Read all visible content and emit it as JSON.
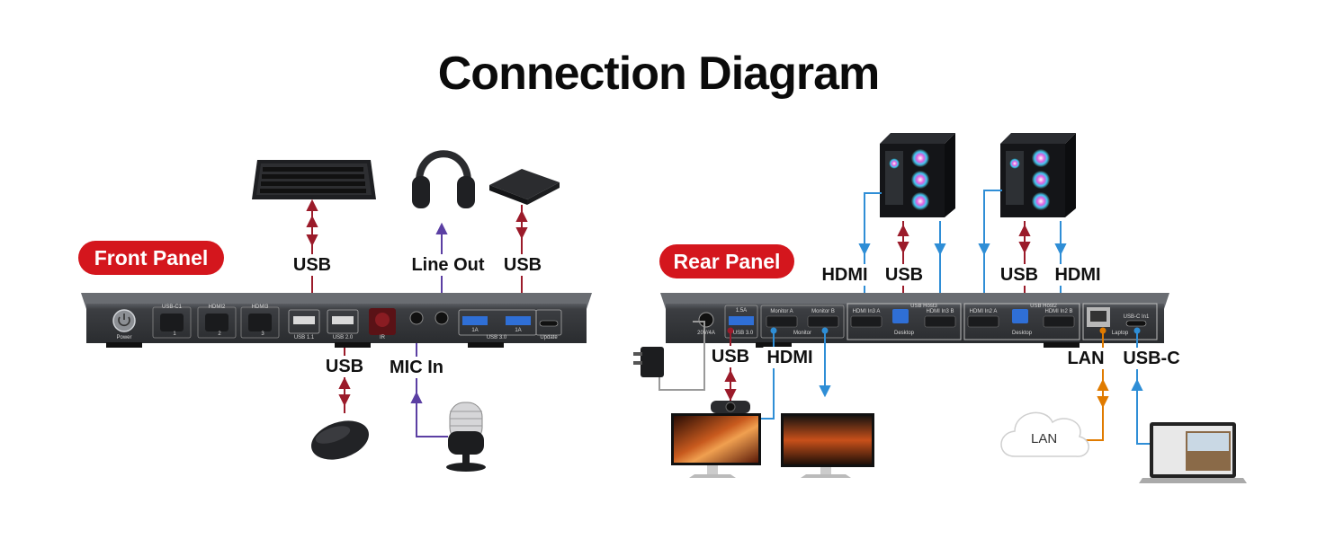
{
  "title": "Connection Diagram",
  "front_panel": {
    "badge": "Front Panel",
    "links": {
      "keyboard": "USB",
      "headphones": "Line Out",
      "storage": "USB",
      "mouse": "USB",
      "microphone": "MIC In"
    },
    "port_labels": {
      "power": "Power",
      "usb_c1": "USB-C1",
      "hdmi2": "HDMI2",
      "hdmi3": "HDMI3",
      "num1": "1",
      "num2": "2",
      "num3": "3",
      "usb11": "USB 1.1",
      "usb20": "USB 2.0",
      "ir": "IR",
      "usb30": "USB 3.0",
      "amp_a": "1A",
      "amp_b": "1A",
      "update": "Update"
    }
  },
  "rear_panel": {
    "badge": "Rear Panel",
    "links": {
      "pc1_hdmi": "HDMI",
      "pc1_usb": "USB",
      "pc2_usb": "USB",
      "pc2_hdmi": "HDMI",
      "webcam": "USB",
      "monitor": "HDMI",
      "lan": "LAN",
      "laptop": "USB-C"
    },
    "cloud_label": "LAN",
    "port_labels": {
      "power_in": "20V/4A",
      "usb_1_5a": "1.5A",
      "usb_left": "USB 3.0",
      "monitor_a": "Monitor A",
      "monitor_b": "Monitor B",
      "monitor": "Monitor",
      "hdmi_in3a": "HDMI In3 A",
      "usb_host3": "USB Host3",
      "hdmi_in3b": "HDMI In3 B",
      "desktop3": "Desktop",
      "hdmi_in2a": "HDMI In2 A",
      "usb_host2": "USB Host2",
      "hdmi_in2b": "HDMI In2 B",
      "desktop2": "Desktop",
      "laptop": "Laptop",
      "usb_c_in1": "USB-C In1"
    }
  },
  "colors": {
    "usb_arrow": "#9b1b2a",
    "audio_arrow": "#5b3fa3",
    "hdmi_arrow": "#2f8ed6",
    "lan_arrow": "#e07b00",
    "device_body": "#3a3c40",
    "badge": "#d4161d"
  }
}
